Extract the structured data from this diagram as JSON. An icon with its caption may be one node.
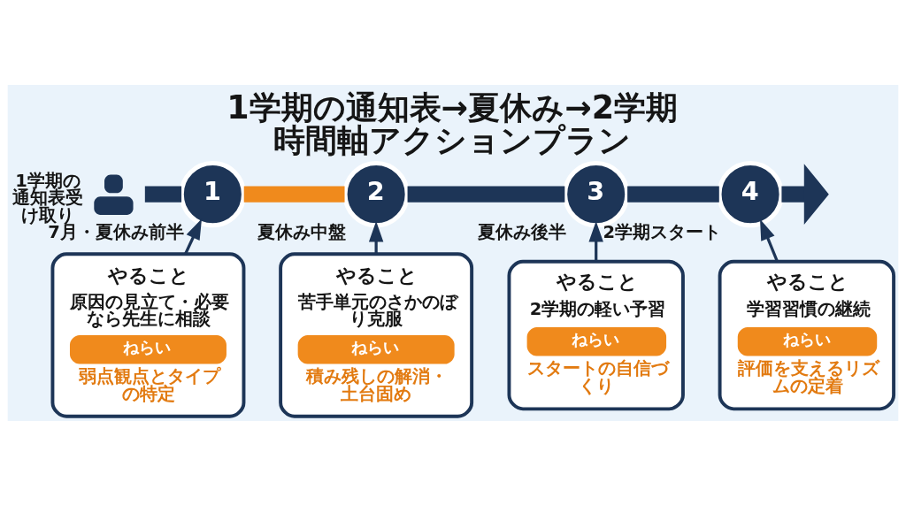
{
  "diagram": {
    "title": "1学期の通知表→夏休み→2学期時間軸アクションプラン",
    "nodes": [
      {
        "text": [],
        "shape": "person",
        "beside": [
          "1学期の通知表受け取り"
        ]
      },
      {
        "text": [
          "1"
        ],
        "beside": [
          "7月・夏休み前半"
        ]
      },
      {
        "text": [
          "2"
        ],
        "beside": [
          "夏休み中盤"
        ]
      },
      {
        "text": [
          "3"
        ],
        "beside": [
          "夏休み後半"
        ]
      },
      {
        "text": [
          "4"
        ],
        "beside": [
          "2学期スタート"
        ]
      },
      {
        "text": [
          "やること",
          "原因の見立て・必要なら先生に相談",
          "ねらい",
          "弱点観点とタイプの特定"
        ]
      },
      {
        "text": [
          "やること",
          "苦手単元のさかのぼり克服",
          "ねらい",
          "積み残しの解消・土台固め"
        ]
      },
      {
        "text": [
          "やること",
          "2学期の軽い予習",
          "ねらい",
          "スタートの自信づくり"
        ]
      },
      {
        "text": [
          "やること",
          "学習習慣の継続",
          "ねらい",
          "評価を支えるリズムの定着"
        ]
      }
    ],
    "edges": [
      {
        "from": 0,
        "to": 1,
        "arrow": "none"
      },
      {
        "from": 1,
        "to": 2,
        "arrow": "none",
        "color": "#f08a1c"
      },
      {
        "from": 2,
        "to": 3,
        "arrow": "none"
      },
      {
        "from": 3,
        "to": 4,
        "arrow": "none"
      },
      {
        "from": 4,
        "to": null,
        "arrow": "to"
      },
      {
        "from": 5,
        "to": 1,
        "arrow": "to"
      },
      {
        "from": 6,
        "to": 2,
        "arrow": "to"
      },
      {
        "from": 7,
        "to": 3,
        "arrow": "to"
      },
      {
        "from": 8,
        "to": 4,
        "arrow": "to"
      }
    ]
  }
}
